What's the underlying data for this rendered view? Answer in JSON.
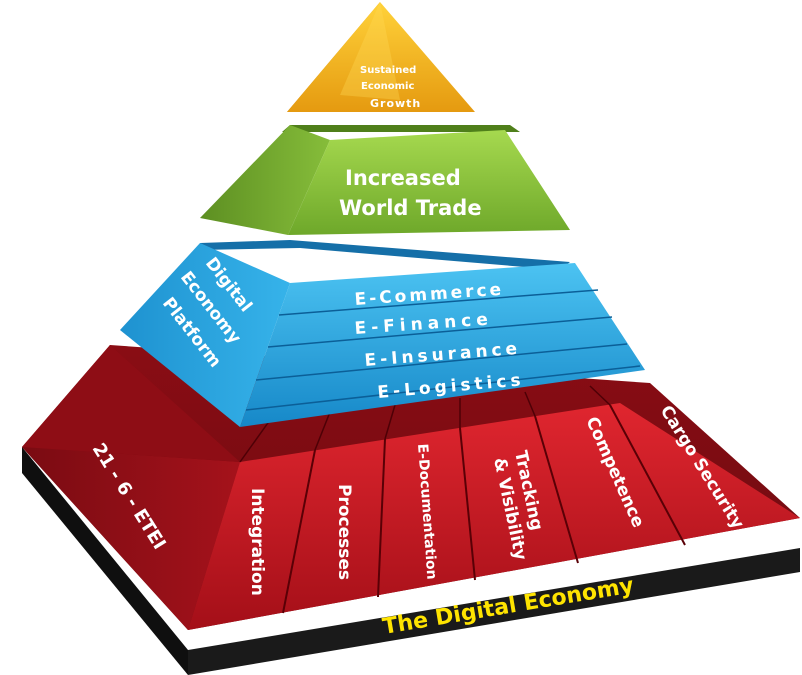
{
  "top_tier": {
    "line1": "Sustained",
    "line2": "Economic",
    "line3": "Growth"
  },
  "second_tier": {
    "line1": "Increased",
    "line2": "World Trade"
  },
  "third_tier": {
    "side_line1": "Digital",
    "side_line2": "Economy",
    "side_line3": "Platform",
    "bands": [
      "E-Commerce",
      "E-Finance",
      "E-Insurance",
      "E-Logistics"
    ]
  },
  "base_tier": {
    "side_label": "21 - 6 - ETEI",
    "pillars": [
      "Integration",
      "Processes",
      "E-Documentation",
      "Tracking",
      "& Visibility",
      "Competence",
      "Cargo Security"
    ],
    "footer": "The Digital Economy"
  },
  "colors": {
    "gold": "#f2b21b",
    "green": "#8cc63f",
    "blue": "#29a8e0",
    "red": "#b5121b",
    "dark_red": "#6e0a10",
    "black": "#1a1a1a",
    "yellow_text": "#ffe400"
  }
}
